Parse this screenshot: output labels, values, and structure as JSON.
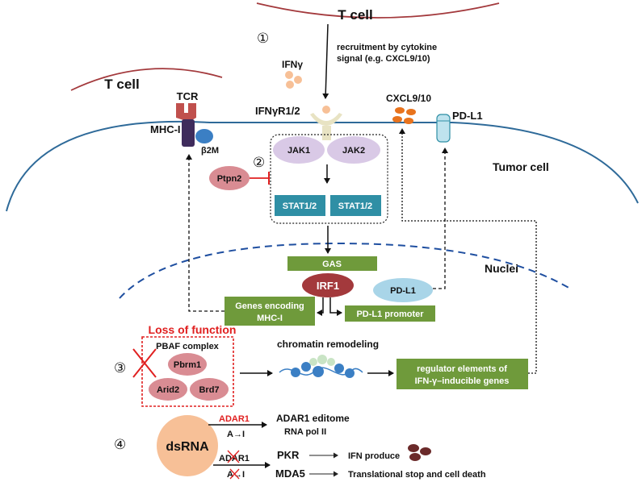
{
  "labels": {
    "t_cell_top": "T cell",
    "t_cell_left": "T cell",
    "step1": "①",
    "step2": "②",
    "step3": "③",
    "step4": "④",
    "recruitment_line1": "recruitment by cytokine",
    "recruitment_line2": "signal (e.g. CXCL9/10)",
    "ifng": "IFNγ",
    "tcr": "TCR",
    "ifngr": "IFNγR1/2",
    "cxcl": "CXCL9/10",
    "pdl1_membrane": "PD-L1",
    "mhc": "MHC-I",
    "b2m": "β2M",
    "jak1": "JAK1",
    "jak2": "JAK2",
    "ptpn2": "Ptpn2",
    "tumor_cell": "Tumor cell",
    "stat_a": "STAT1/2",
    "stat_b": "STAT1/2",
    "gas": "GAS",
    "nuclei": "Nuclei",
    "irf1": "IRF1",
    "pdl1_nucleus": "PD-L1",
    "genes_mhc_line1": "Genes encoding",
    "genes_mhc_line2": "MHC-I",
    "pdl1_promoter": "PD-L1 promoter",
    "loss_of_function": "Loss of function",
    "pbaf": "PBAF complex",
    "pbrm1": "Pbrm1",
    "arid2": "Arid2",
    "brd7": "Brd7",
    "chromatin": "chromatin remodeling",
    "regulator_line1": "regulator elements of",
    "regulator_line2": "IFN-γ–inducible genes",
    "dsrna": "dsRNA",
    "adar1_top": "ADAR1",
    "ai_top": "A→I",
    "editome_line1": "ADAR1 editome",
    "editome_line2": "RNA pol II",
    "adar1_bottom": "ADAR1",
    "ai_bottom": "A→I",
    "pkr": "PKR",
    "mda5": "MDA5",
    "ifn_produce": "IFN produce",
    "translational": "Translational stop and cell death"
  },
  "colors": {
    "membrane": "#2e6a99",
    "green_box": "#6f9a3b",
    "teal_box": "#2f8fa5",
    "lavender": "#d9c9e6",
    "irf1": "#a3393c",
    "pink": "#d98c93",
    "peach": "#f7c097",
    "red": "#e02020",
    "cxcl": "#e8731d"
  }
}
